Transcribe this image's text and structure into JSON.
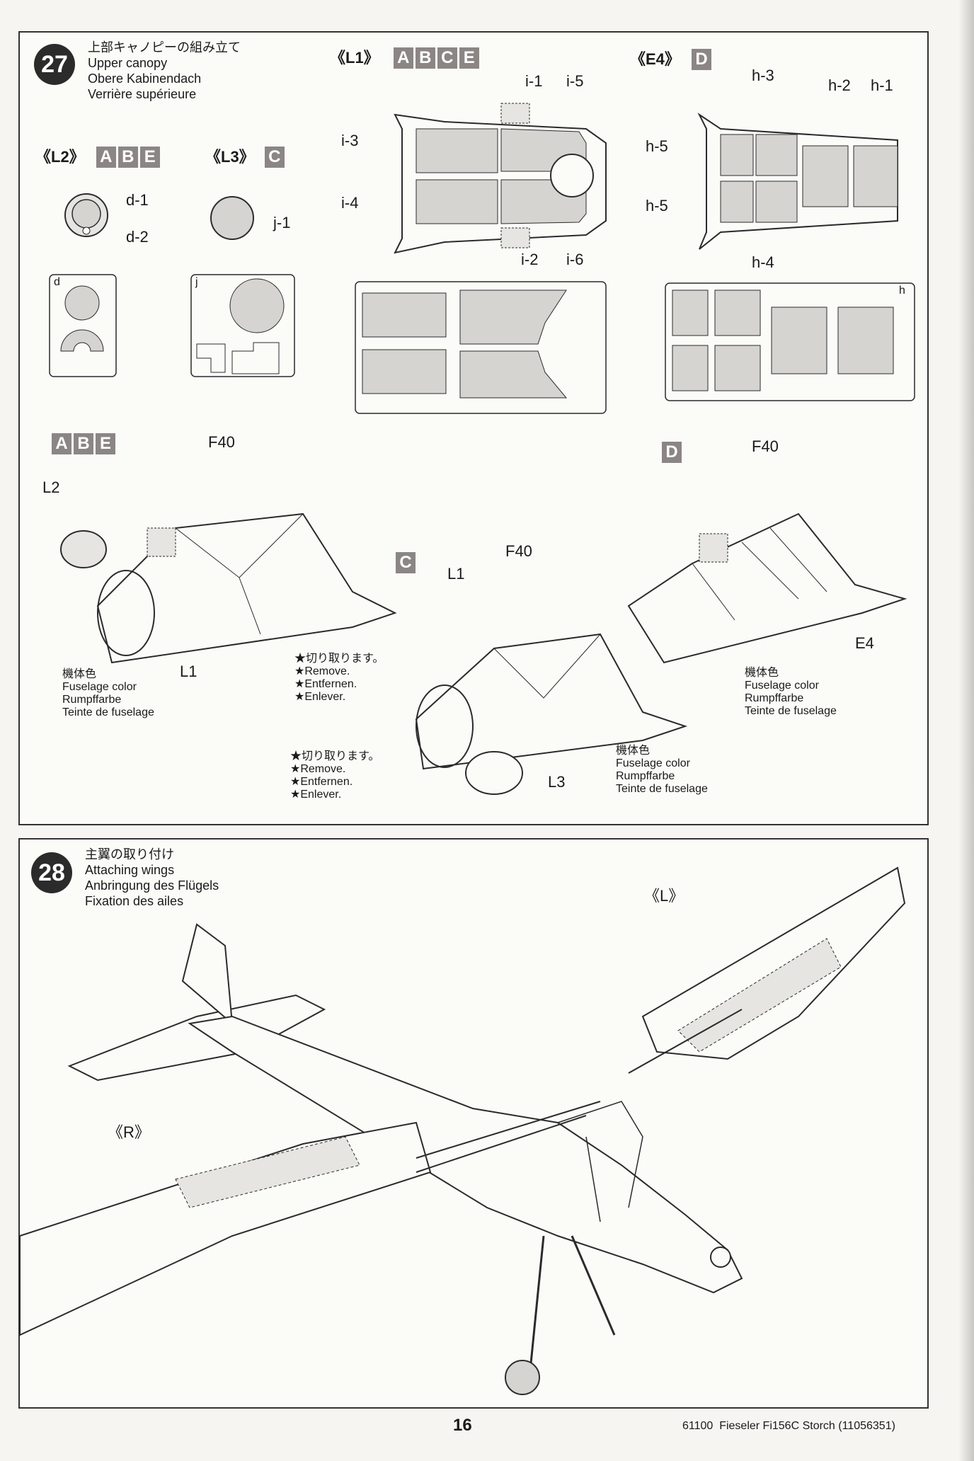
{
  "step27": {
    "number": "27",
    "title_jp": "上部キャノピーの組み立て",
    "title_en": "Upper canopy",
    "title_de": "Obere Kabinendach",
    "title_fr": "Verrière supérieure",
    "l1_label": "《L1》",
    "l1_versions": [
      "A",
      "B",
      "C",
      "E"
    ],
    "e4_label": "《E4》",
    "e4_versions": [
      "D"
    ],
    "l2_label": "《L2》",
    "l2_versions": [
      "A",
      "B",
      "E"
    ],
    "l3_label": "《L3》",
    "l3_versions": [
      "C"
    ],
    "parts_l1": [
      "i-1",
      "i-5",
      "i-3",
      "i-4",
      "i-2",
      "i-6"
    ],
    "parts_e4": [
      "h-3",
      "h-2",
      "h-1",
      "h-5",
      "h-5",
      "h-4"
    ],
    "parts_l2": [
      "d-1",
      "d-2"
    ],
    "parts_l3": [
      "j-1"
    ],
    "sheet_d": "d",
    "sheet_j": "j",
    "sheet_h": "h",
    "version_abe": [
      "A",
      "B",
      "E"
    ],
    "version_c": [
      "C"
    ],
    "version_d": [
      "D"
    ],
    "part_f40": "F40",
    "part_l1": "L1",
    "part_l2": "L2",
    "part_l3": "L3",
    "part_e4": "E4",
    "color_note": "機体色\nFuselage color\nRumpffarbe\nTeinte de fuselage",
    "remove_note": "★切り取ります。\n★Remove.\n★Entfernen.\n★Enlever."
  },
  "step28": {
    "number": "28",
    "title_jp": "主翼の取り付け",
    "title_en": "Attaching wings",
    "title_de": "Anbringung des Flügels",
    "title_fr": "Fixation des ailes",
    "left_wing": "《L》",
    "right_wing": "《R》"
  },
  "footer": {
    "page_number": "16",
    "product": "61100  Fieseler Fi156C Storch (11056351)"
  },
  "colors": {
    "badge": "#8b8684",
    "mask_fill": "#d6d4d0",
    "line": "#2b2b2b"
  }
}
